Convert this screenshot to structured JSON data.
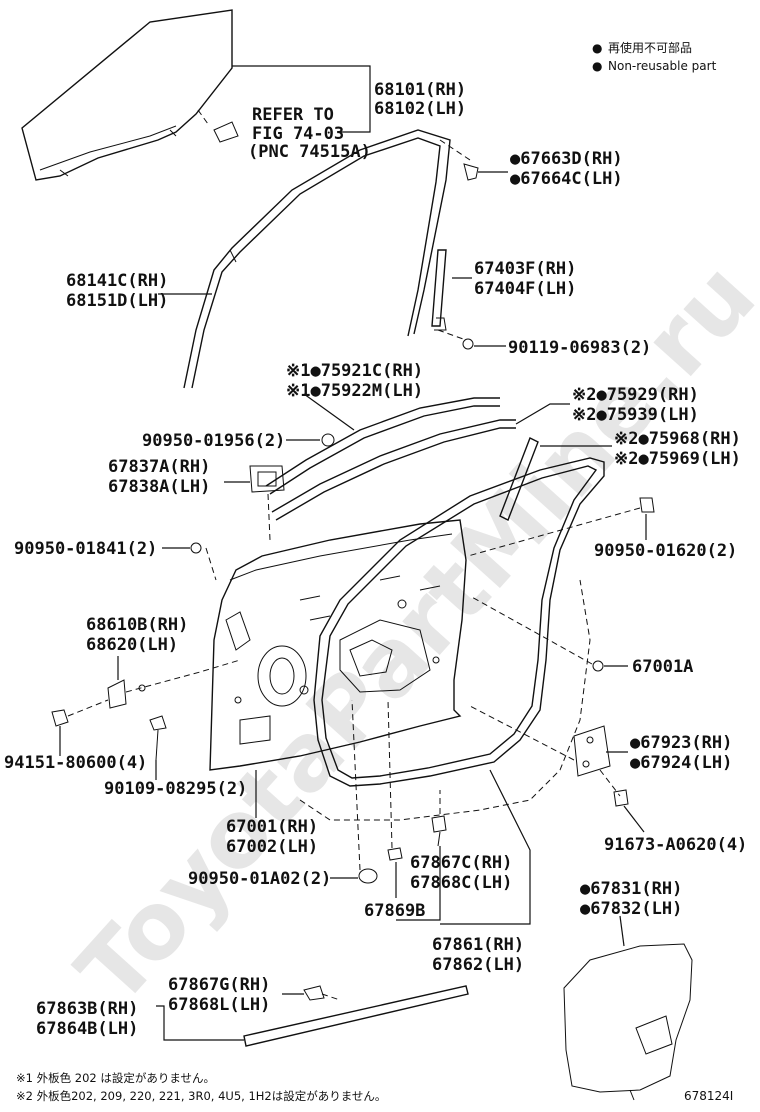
{
  "legend": {
    "items": [
      {
        "bullet": "●",
        "label": "再使用不可部品"
      },
      {
        "bullet": "●",
        "label": "Non-reusable part"
      }
    ]
  },
  "watermark": "ToyotaPartMine.ru",
  "refer": {
    "line1": "REFER TO",
    "line2": "FIG 74-03",
    "line3": "(PNC 74515A)"
  },
  "labels": {
    "glass": {
      "rh": "68101(RH)",
      "lh": "68102(LH)"
    },
    "run_channel": {
      "rh": "68141C(RH)",
      "lh": "68151D(LH)"
    },
    "frame_cover": {
      "rh": "●67663D(RH)",
      "lh": "●67664C(LH)"
    },
    "division_bar": {
      "rh": "67403F(RH)",
      "lh": "67404F(LH)"
    },
    "screw_90119": "90119-06983(2)",
    "moulding_75921": {
      "rh": "※1●75921C(RH)",
      "lh": "※1●75922M(LH)"
    },
    "moulding_75929": {
      "rh": "※2●75929(RH)",
      "lh": "※2●75939(LH)"
    },
    "moulding_75968": {
      "rh": "※2●75968(RH)",
      "lh": "※2●75969(LH)"
    },
    "plug_01956": "90950-01956(2)",
    "hinge_cover": {
      "rh": "67837A(RH)",
      "lh": "67838A(LH)"
    },
    "plug_01841": "90950-01841(2)",
    "plug_01620": "90950-01620(2)",
    "check": {
      "rh": "68610B(RH)",
      "lh": "68620(LH)"
    },
    "seal_67001a": "67001A",
    "bracket": {
      "rh": "●67923(RH)",
      "lh": "●67924(LH)"
    },
    "nut_94151": "94151-80600(4)",
    "bolt_90109": "90109-08295(2)",
    "screw_91673": "91673-A0620(4)",
    "door_panel": {
      "rh": "67001(RH)",
      "lh": "67002(LH)"
    },
    "plug_01a02": "90950-01A02(2)",
    "weatherstrip_clip": {
      "rh": "67867C(RH)",
      "lh": "67868C(LH)"
    },
    "clip_67869b": "67869B",
    "service_hole_cover": {
      "rh": "●67831(RH)",
      "lh": "●67832(LH)"
    },
    "weatherstrip": {
      "rh": "67861(RH)",
      "lh": "67862(LH)"
    },
    "lower_clip": {
      "rh": "67867G(RH)",
      "lh": "67868L(LH)"
    },
    "lower_weatherstrip": {
      "rh": "67863B(RH)",
      "lh": "67864B(LH)"
    }
  },
  "footnotes": {
    "note1": "※1 外板色 202 は設定がありません。",
    "note2": "※2 外板色202, 209, 220, 221, 3R0, 4U5, 1H2は設定がありません。",
    "figure_number": "678124I"
  }
}
